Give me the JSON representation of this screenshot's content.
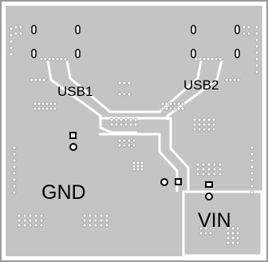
{
  "diagram": {
    "type": "pcb-layout",
    "labels": {
      "usb1": "USB1",
      "usb2": "USB2",
      "gnd": "GND",
      "vin": "VIN"
    },
    "colors": {
      "ground_pour": "#c4c4c4",
      "gap": "#ffffff",
      "copper_edge": "#b2b2b2",
      "via": "#ffffff",
      "via_ring": "#808080",
      "pad": "#000000",
      "label": "#000000"
    },
    "regions": [
      {
        "name": "ground-plane",
        "net": "GND"
      },
      {
        "name": "vin-plane",
        "net": "VIN"
      },
      {
        "name": "usb1-trace",
        "net": "USB1"
      },
      {
        "name": "usb2-trace",
        "net": "USB2"
      }
    ]
  }
}
